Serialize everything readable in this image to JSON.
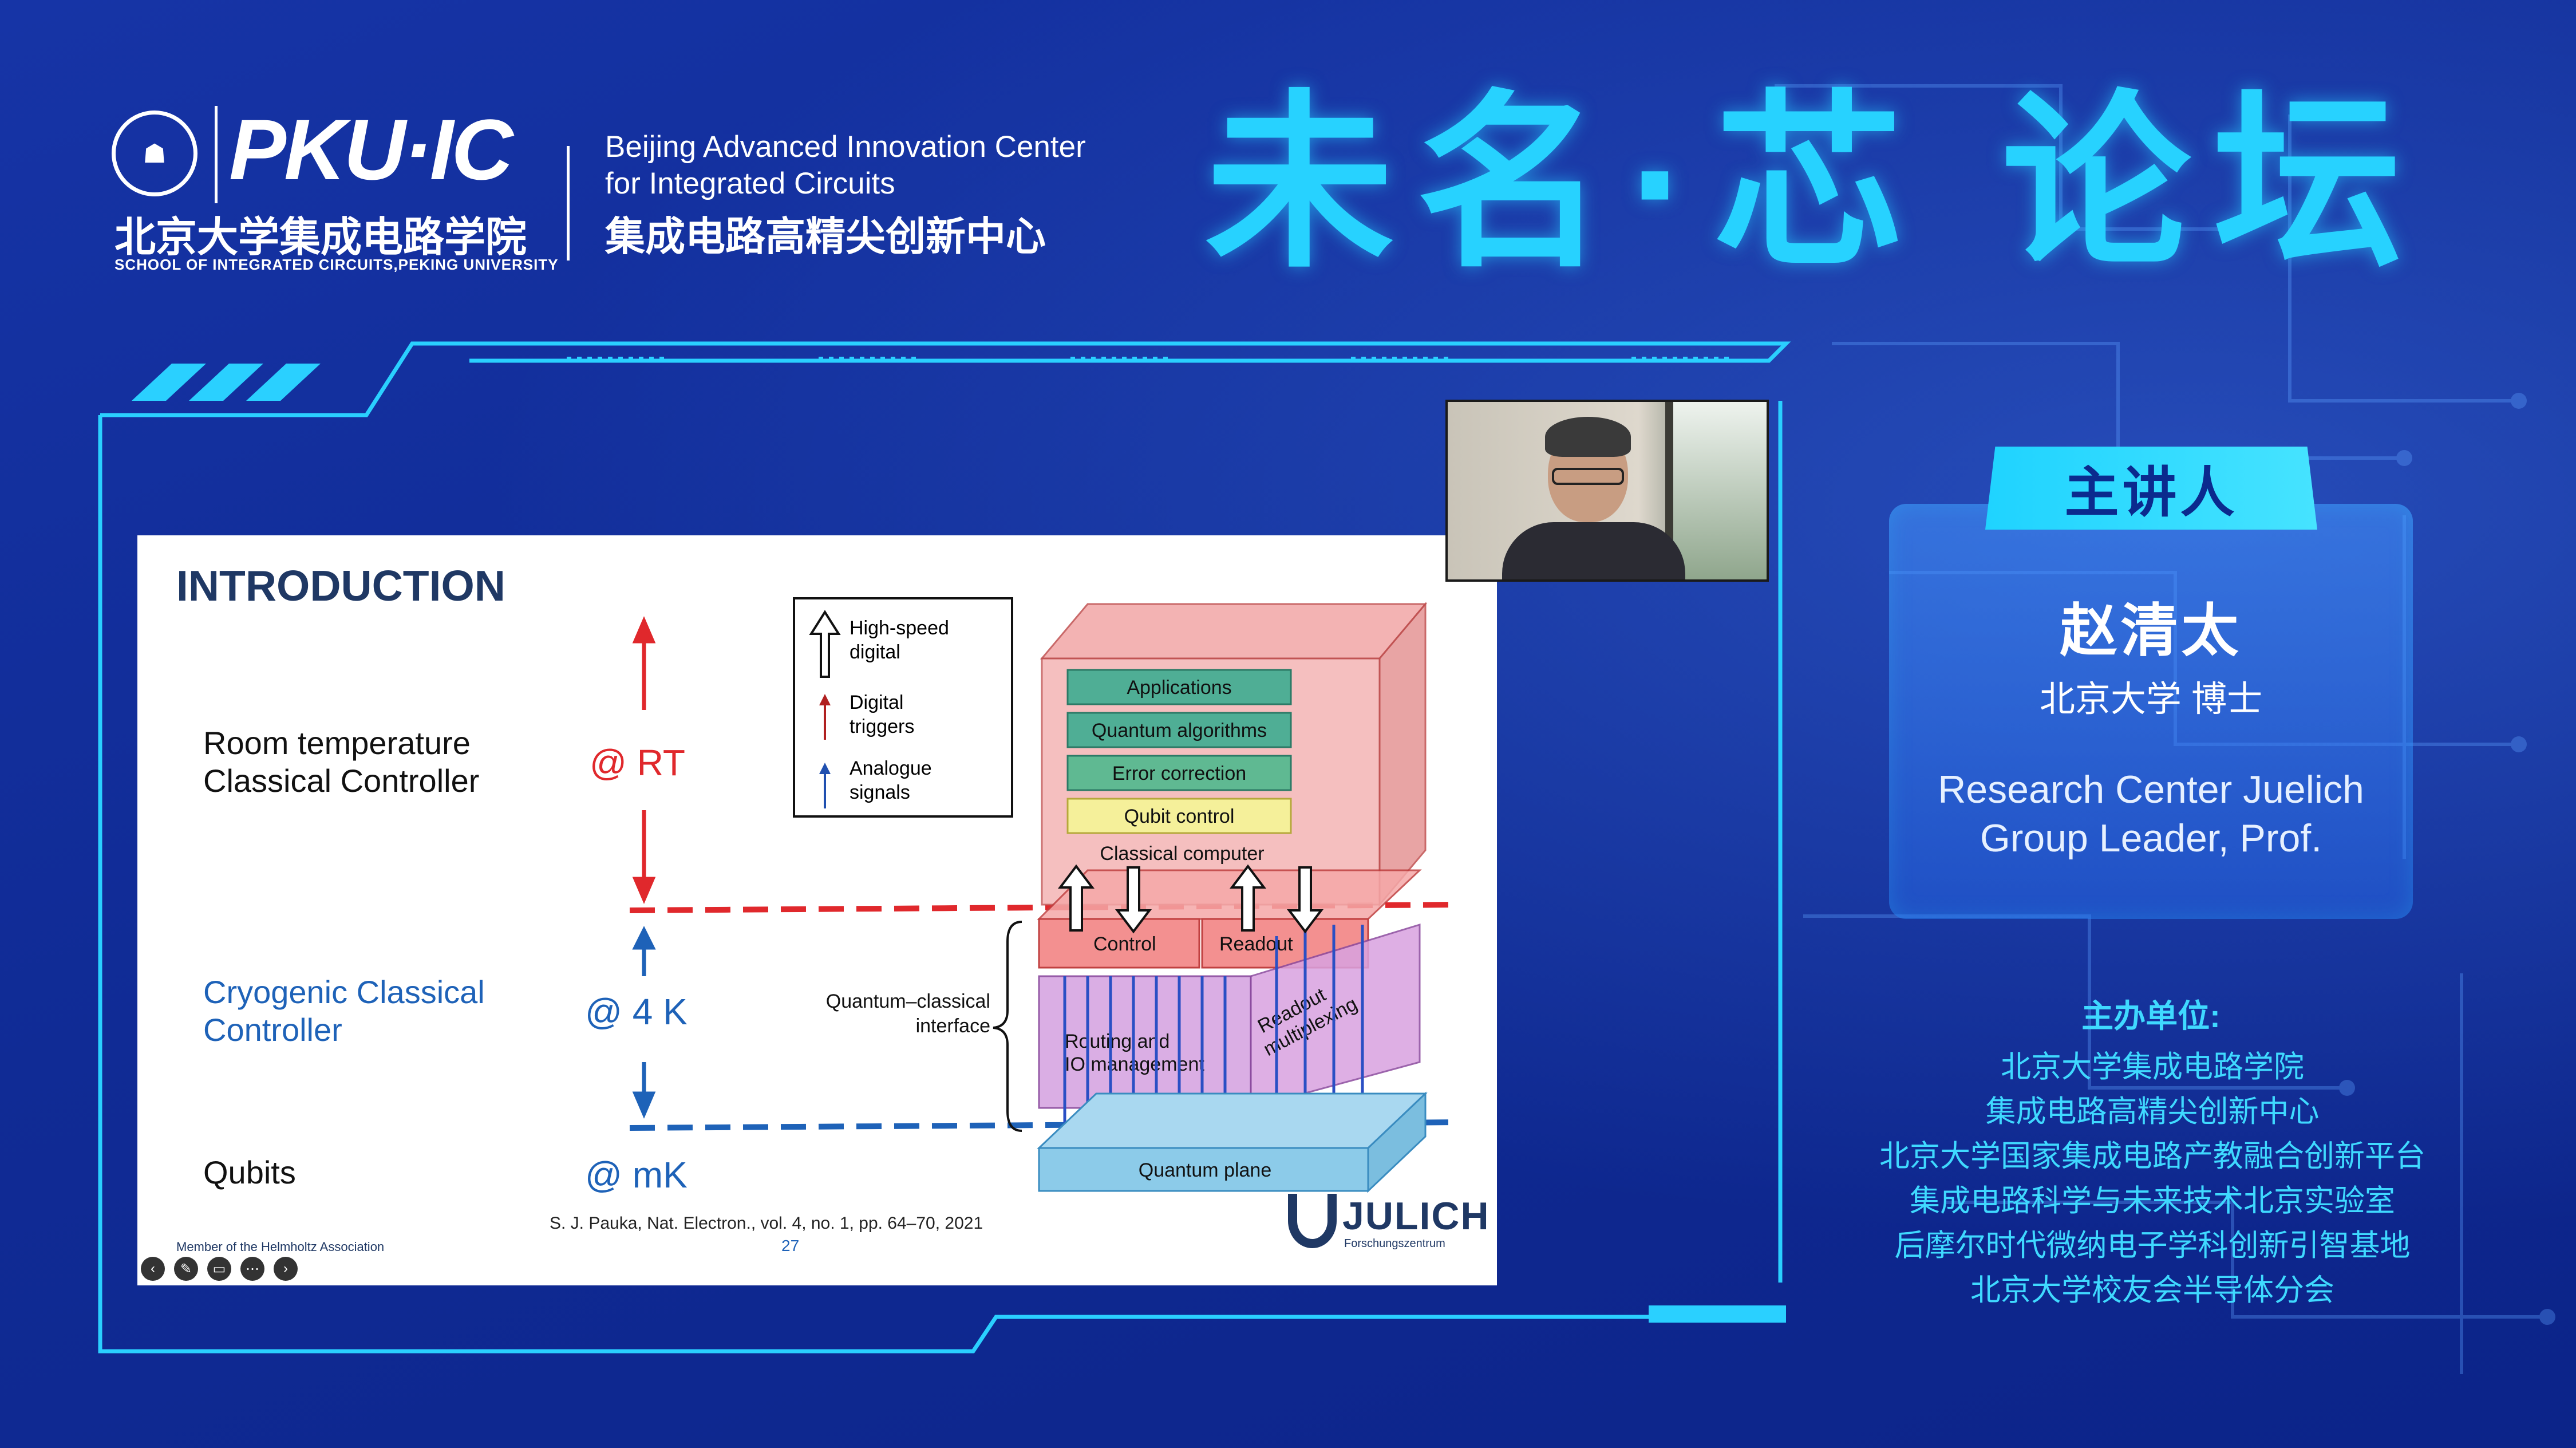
{
  "header": {
    "school_cn": "北京大学集成电路学院",
    "school_en": "SCHOOL OF INTEGRATED CIRCUITS,PEKING UNIVERSITY",
    "pku_mark": "PKU·IC",
    "center_en_line1": "Beijing Advanced Innovation Center",
    "center_en_line2": "for Integrated Circuits",
    "center_cn": "集成电路高精尖创新中心",
    "forum_title": "未名·芯 论坛"
  },
  "slide": {
    "title": "INTRODUCTION",
    "rows": [
      {
        "label_line1": "Room temperature",
        "label_line2": "Classical Controller",
        "temp": "@ RT"
      },
      {
        "label_line1": "Cryogenic Classical",
        "label_line2": "Controller",
        "temp": "@ 4 K"
      },
      {
        "label_line1": "Qubits",
        "label_line2": "",
        "temp": "@ mK"
      }
    ],
    "legend": {
      "high_speed_1": "High-speed",
      "high_speed_2": "digital",
      "digital_1": "Digital",
      "digital_2": "triggers",
      "analogue_1": "Analogue",
      "analogue_2": "signals"
    },
    "stack": {
      "applications": "Applications",
      "quantum_algorithms": "Quantum algorithms",
      "error_correction": "Error correction",
      "qubit_control": "Qubit control",
      "classical_computer": "Classical computer",
      "control": "Control",
      "readout": "Readout",
      "interface_1": "Quantum–classical",
      "interface_2": "interface",
      "routing_1": "Routing and",
      "routing_2": "IO management",
      "readout_mux_1": "Readout",
      "readout_mux_2": "multiplexing",
      "quantum_plane": "Quantum plane"
    },
    "citation": "S. J. Pauka, Nat. Electron., vol. 4, no. 1, pp. 64–70, 2021",
    "page_number": "27",
    "member": "Member of the Helmholtz Association",
    "julich": "JULICH",
    "julich_sub": "Forschungszentrum"
  },
  "speaker": {
    "tag": "主讲人",
    "name": "赵清太",
    "degree": "北京大学 博士",
    "affiliation_1": "Research Center Juelich",
    "affiliation_2": "Group Leader, Prof."
  },
  "hosts": {
    "title": "主办单位:",
    "items": [
      "北京大学集成电路学院",
      "集成电路高精尖创新中心",
      "北京大学国家集成电路产教融合创新平台",
      "集成电路科学与未来技术北京实验室",
      "后摩尔时代微纳电子学科创新引智基地",
      "北京大学校友会半导体分会"
    ]
  },
  "colors": {
    "background": "#12298f",
    "accent_cyan": "#27d2ff",
    "rt_red": "#e0282c",
    "cryo_blue": "#1e62b8"
  }
}
